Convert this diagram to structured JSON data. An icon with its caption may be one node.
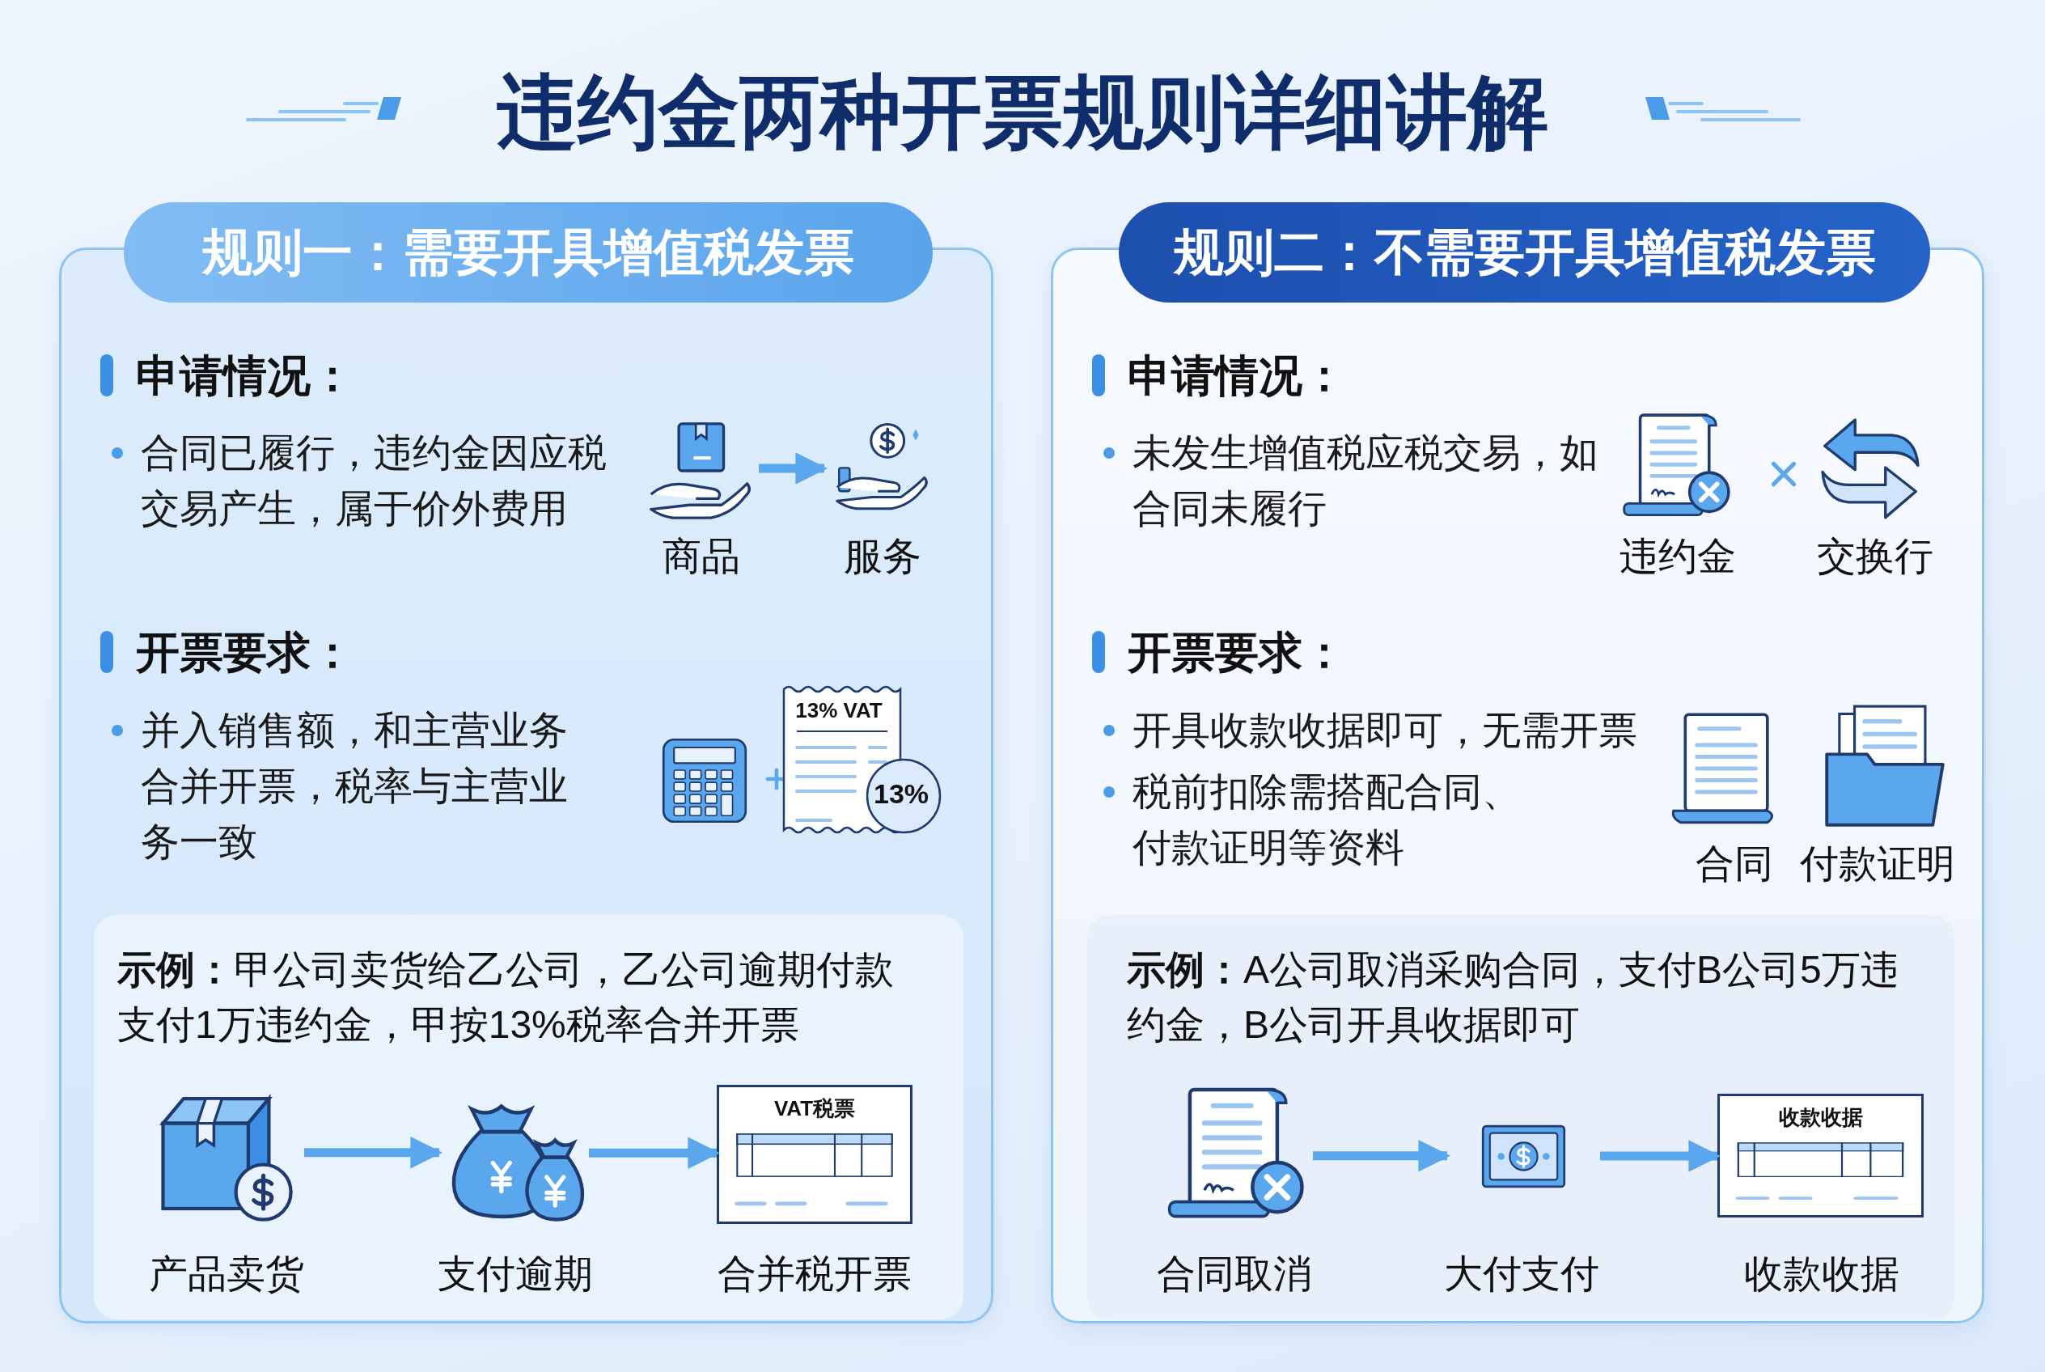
{
  "diagram": {
    "title": "违约金两种开票规则详细讲解",
    "nodes": [
      {
        "text": [
          "规则一：需要开具增值税发票",
          "申请情况：",
          "合同已履行，违约金因应税交易产生，属于价外费用",
          "开票要求：",
          "并入销售额，和主营业务合并开票，税率与主营业务一致"
        ]
      },
      {
        "text": [],
        "shape": "picture",
        "beside": [
          "商品"
        ],
        "in": 0
      },
      {
        "text": [],
        "shape": "picture",
        "beside": [
          "服务"
        ],
        "in": 0
      },
      {
        "text": [
          "**示例：**甲公司卖货给乙公司，乙公司逾期付款支付1万违约金，甲按13%税率合并开票"
        ],
        "in": 0
      },
      {
        "text": [],
        "shape": "picture",
        "beside": [
          "产品卖货"
        ],
        "in": 3
      },
      {
        "text": [],
        "shape": "picture",
        "beside": [
          "支付逾期"
        ],
        "in": 3
      },
      {
        "text": [
          "VAT税票"
        ],
        "beside": [
          "合并税开票"
        ],
        "in": 3
      },
      {
        "text": [
          "规则二：不需要开具增值税发票",
          "申请情况：",
          "未发生增值税应税交易，如合同未履行",
          "开票要求：",
          "开具收款收据即可，无需开票",
          "税前扣除需搭配合同、付款证明等资料"
        ]
      },
      {
        "text": [],
        "shape": "picture",
        "beside": [
          "违约金"
        ],
        "in": 7
      },
      {
        "text": [],
        "shape": "picture",
        "beside": [
          "交换行"
        ],
        "in": 7
      },
      {
        "text": [
          "**示例：**A公司取消采购合同，支付B公司5万违约金，B公司开具收据即可"
        ],
        "in": 7
      },
      {
        "text": [],
        "shape": "picture",
        "beside": [
          "合同取消"
        ],
        "in": 10
      },
      {
        "text": [],
        "shape": "picture",
        "beside": [
          "大付支付"
        ],
        "in": 10
      },
      {
        "text": [
          "收款收据"
        ],
        "beside": [
          "收款收据"
        ],
        "in": 10
      }
    ],
    "edges": [
      {
        "from": 1,
        "to": 2,
        "arrow": "to"
      },
      {
        "from": 4,
        "to": 5,
        "arrow": "to"
      },
      {
        "from": 5,
        "to": 6,
        "arrow": "to"
      },
      {
        "from": 11,
        "to": 12,
        "arrow": "to"
      },
      {
        "from": 12,
        "to": 13,
        "arrow": "to"
      }
    ],
    "labels": [
      "13% VAT",
      "13%",
      "合同",
      "付款证明"
    ]
  }
}
